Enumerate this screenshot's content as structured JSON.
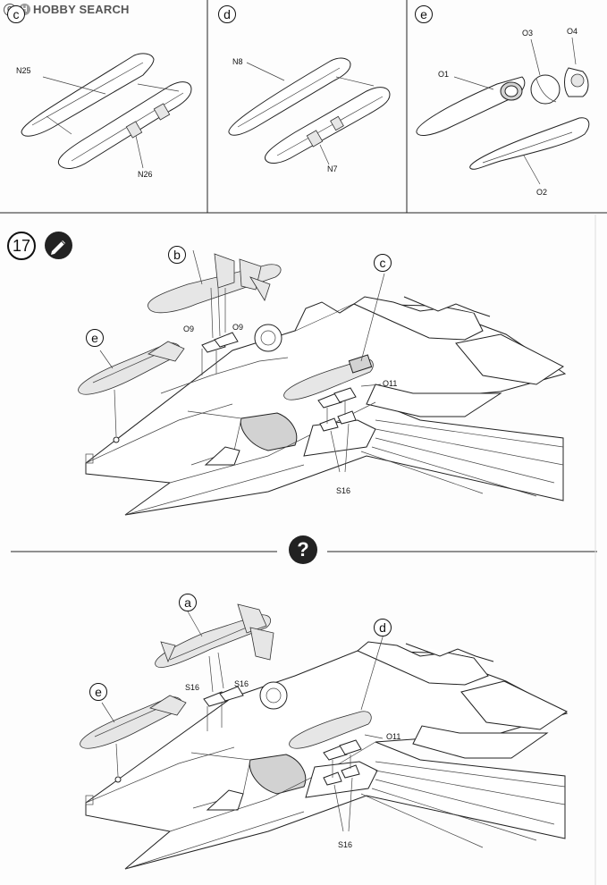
{
  "watermark": {
    "copyright_symbol": "C",
    "brand": "HOBBY SEARCH"
  },
  "top_panels": [
    {
      "letter": "c",
      "parts": [
        "N25",
        "N26"
      ]
    },
    {
      "letter": "d",
      "parts": [
        "N8",
        "N7"
      ]
    },
    {
      "letter": "e",
      "parts": [
        "O1",
        "O3",
        "O4",
        "O2"
      ]
    }
  ],
  "step": {
    "number": "17",
    "paint_icon": "paint-pencil-icon",
    "option1": {
      "callouts": [
        "b",
        "e",
        "c"
      ],
      "parts": [
        "O9",
        "O9",
        "O11",
        "S16"
      ]
    },
    "alternative_icon": "question-mark-icon",
    "alternative_symbol": "?",
    "option2": {
      "callouts": [
        "a",
        "e",
        "d"
      ],
      "parts": [
        "S16",
        "S16",
        "O11",
        "S16"
      ]
    }
  }
}
